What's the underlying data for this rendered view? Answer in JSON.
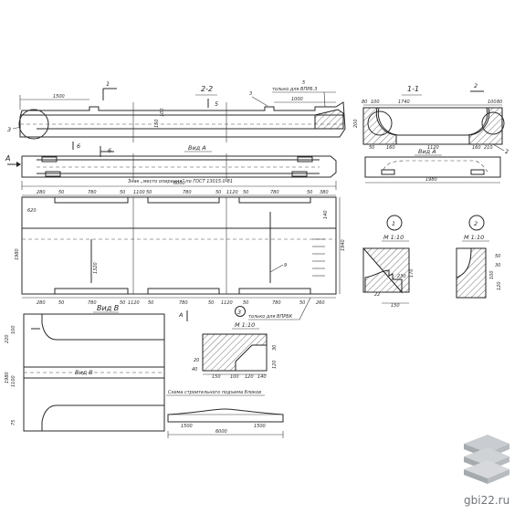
{
  "sections": {
    "s22": "2-2",
    "s11": "1-1",
    "c1": "1",
    "c2": "2",
    "c3": "3",
    "c3r": "3",
    "c5": "5",
    "c6": "6",
    "c6l": "6",
    "cA": "А"
  },
  "views": {
    "a_top": "Вид А",
    "a_right": "Вид А",
    "v_left": "Вид В",
    "v_mid": "Вид В"
  },
  "scales": {
    "d1": "М 1:10",
    "d2": "М 1:10",
    "d3": "М 1:10"
  },
  "notes": {
    "only_top_1": "только для ВПРБ.3",
    "marking": "Знак „место опирания“ по ГОСТ 13015.0-81",
    "only_top_2": "только для ВПРБК",
    "lift_scheme": "Схема строительного подъема блоков"
  },
  "dims": {
    "top_1500": "1500",
    "top_1000": "1000",
    "top_5": "5",
    "top_6000": "6000",
    "top_150": "150",
    "top_100": "100",
    "top_3": "3",
    "r_1740": "1740",
    "r_100": "100",
    "r_50": "50",
    "r_200": "200",
    "r_80": "80",
    "r_160": "160",
    "r_1120": "1120",
    "r_210": "210",
    "r_1980": "1980",
    "p_280": "280",
    "p_780": "780",
    "p_50": "50",
    "p_1100": "1100",
    "p_1120": "1120",
    "p_380": "380",
    "p_620": "620",
    "p_140": "140",
    "p_1980": "1980",
    "p_1320": "1320",
    "p_1940": "1940",
    "p_9": "9",
    "b_280": "280",
    "b_780": "780",
    "b_50": "50",
    "b_1120": "1120",
    "b_260": "260",
    "l_100": "100",
    "l_220": "220",
    "l_1100": "1100",
    "l_1980": "1980",
    "l_75": "75",
    "d1_230": "230",
    "d1_170": "170",
    "d1_22": "22",
    "d1_150": "150",
    "d2_50": "50",
    "d2_30": "30",
    "d2_100": "100",
    "d2_120": "120",
    "d3_150": "150",
    "d3_100": "100",
    "d3_120": "120",
    "d3_30": "30",
    "d3_20": "20",
    "d3_140": "140",
    "d3_40": "40",
    "ls_1500": "1500",
    "ls_1500b": "1500",
    "ls_6000": "6000"
  },
  "brand": {
    "site": "gbi22.ru"
  },
  "colors": {
    "line": "#2a2a2a",
    "watermark": "#6e7478"
  }
}
